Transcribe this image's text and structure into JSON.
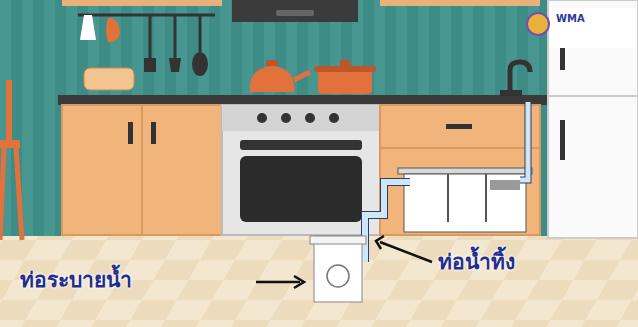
{
  "diagram": {
    "labels": [
      "ท่อระบายน้ำ",
      "ท่อน้ำทิ้ง",
      "WMA"
    ]
  }
}
